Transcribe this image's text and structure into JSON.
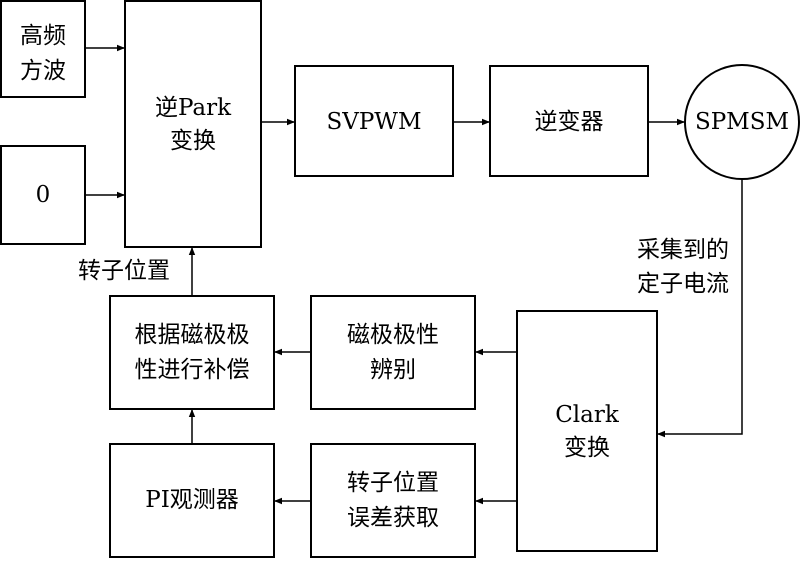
{
  "diagram": {
    "blocks": {
      "hf_wave": [
        "高频",
        "方波"
      ],
      "zero": [
        "0"
      ],
      "inv_park": [
        "逆Park",
        "变换"
      ],
      "svpwm": [
        "SVPWM"
      ],
      "inverter": [
        "逆变器"
      ],
      "spmsm": [
        "SPMSM"
      ],
      "clark": [
        "Clark",
        "变换"
      ],
      "polarity_id": [
        "磁极极性",
        "辨别"
      ],
      "compensation": [
        "根据磁极极",
        "性进行补偿"
      ],
      "error_acq": [
        "转子位置",
        "误差获取"
      ],
      "pi_observer": [
        "PI观测器"
      ]
    },
    "labels": {
      "rotor_position": "转子位置",
      "stator_current": [
        "采集到的",
        "定子电流"
      ]
    }
  }
}
